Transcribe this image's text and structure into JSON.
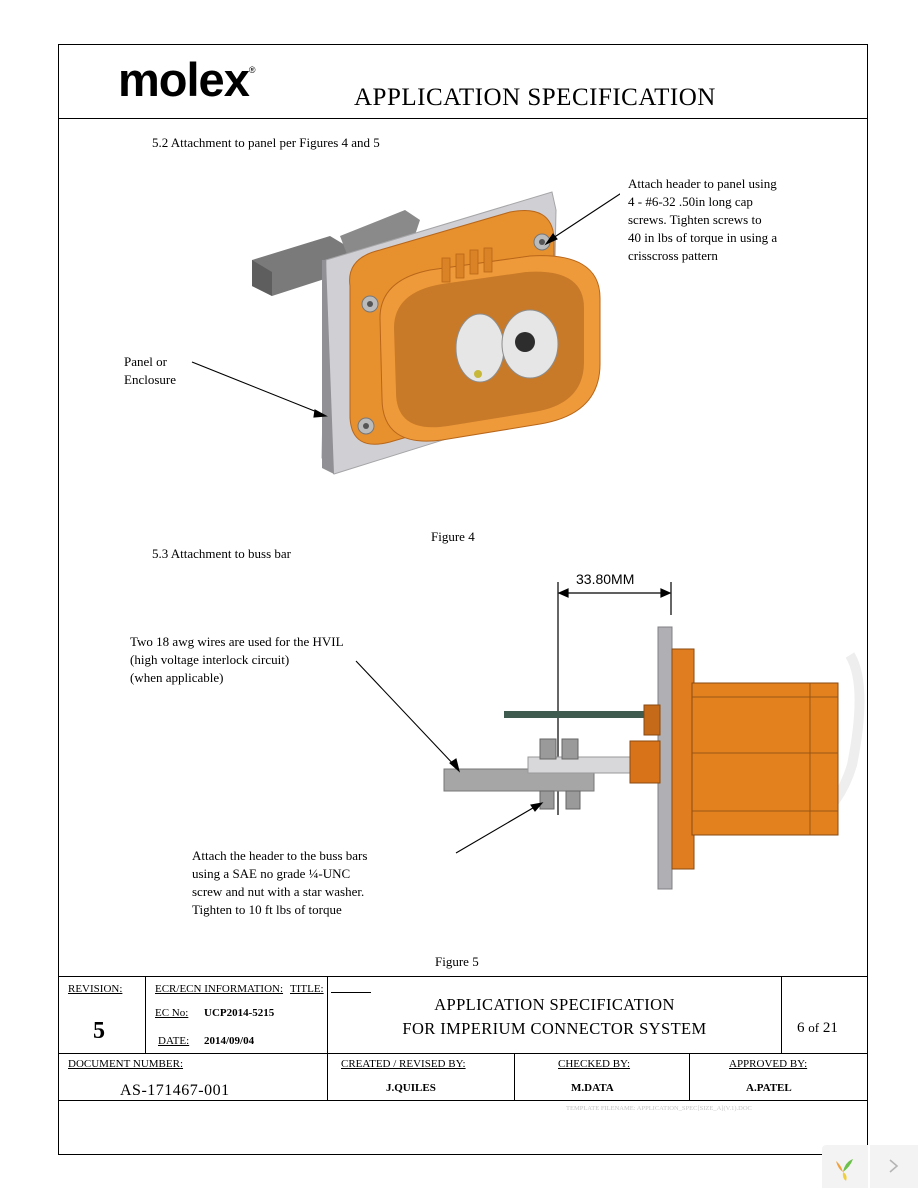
{
  "header": {
    "logo_text": "molex",
    "logo_mark": "®",
    "doc_title": "APPLICATION SPECIFICATION"
  },
  "section_5_2": {
    "heading": "5.2  Attachment to panel per Figures 4 and 5",
    "callout_screws": [
      "Attach header to panel using",
      "4 - #6-32 .50in long cap",
      "screws.  Tighten screws to",
      "40 in lbs of torque in using a",
      "crisscross pattern"
    ],
    "callout_panel": [
      "Panel or",
      "Enclosure"
    ],
    "figure_caption": "Figure 4"
  },
  "section_5_3": {
    "heading": "5.3  Attachment to buss bar",
    "dimension_label": "33.80MM",
    "callout_wires": [
      "Two 18 awg wires are used for the HVIL",
      "(high voltage interlock circuit)",
      "(when applicable)"
    ],
    "callout_busbar": [
      "Attach the header to the buss bars",
      "using a SAE no grade ¼-UNC",
      "screw and nut with a star washer.",
      "Tighten to 10 ft lbs of torque"
    ],
    "figure_caption": "Figure 5"
  },
  "title_block": {
    "revision_label": "REVISION:",
    "revision_value": "5",
    "ecr_label": "ECR/ECN INFORMATION:",
    "title_label": "TITLE:",
    "ec_no_label": "EC No:",
    "ec_no_value": "UCP2014-5215",
    "date_label": "DATE:",
    "date_value": "2014/09/04",
    "title_line1": "APPLICATION SPECIFICATION",
    "title_line2": "FOR IMPERIUM CONNECTOR SYSTEM",
    "sheet": "6",
    "sheet_of": "of",
    "sheet_total": "21",
    "doc_number_label": "DOCUMENT NUMBER:",
    "doc_number_value": "AS-171467-001",
    "created_label": "CREATED / REVISED BY:",
    "created_value": "J.QUILES",
    "checked_label": "CHECKED BY:",
    "checked_value": "M.DATA",
    "approved_label": "APPROVED BY:",
    "approved_value": "A.PATEL",
    "template_note": "TEMPLATE FILENAME: APPLICATION_SPEC[SIZE_A](V.1).DOC"
  },
  "viewer": {
    "next_icon": "chevron-right-icon",
    "brand_icon": "viewer-logo-icon"
  }
}
